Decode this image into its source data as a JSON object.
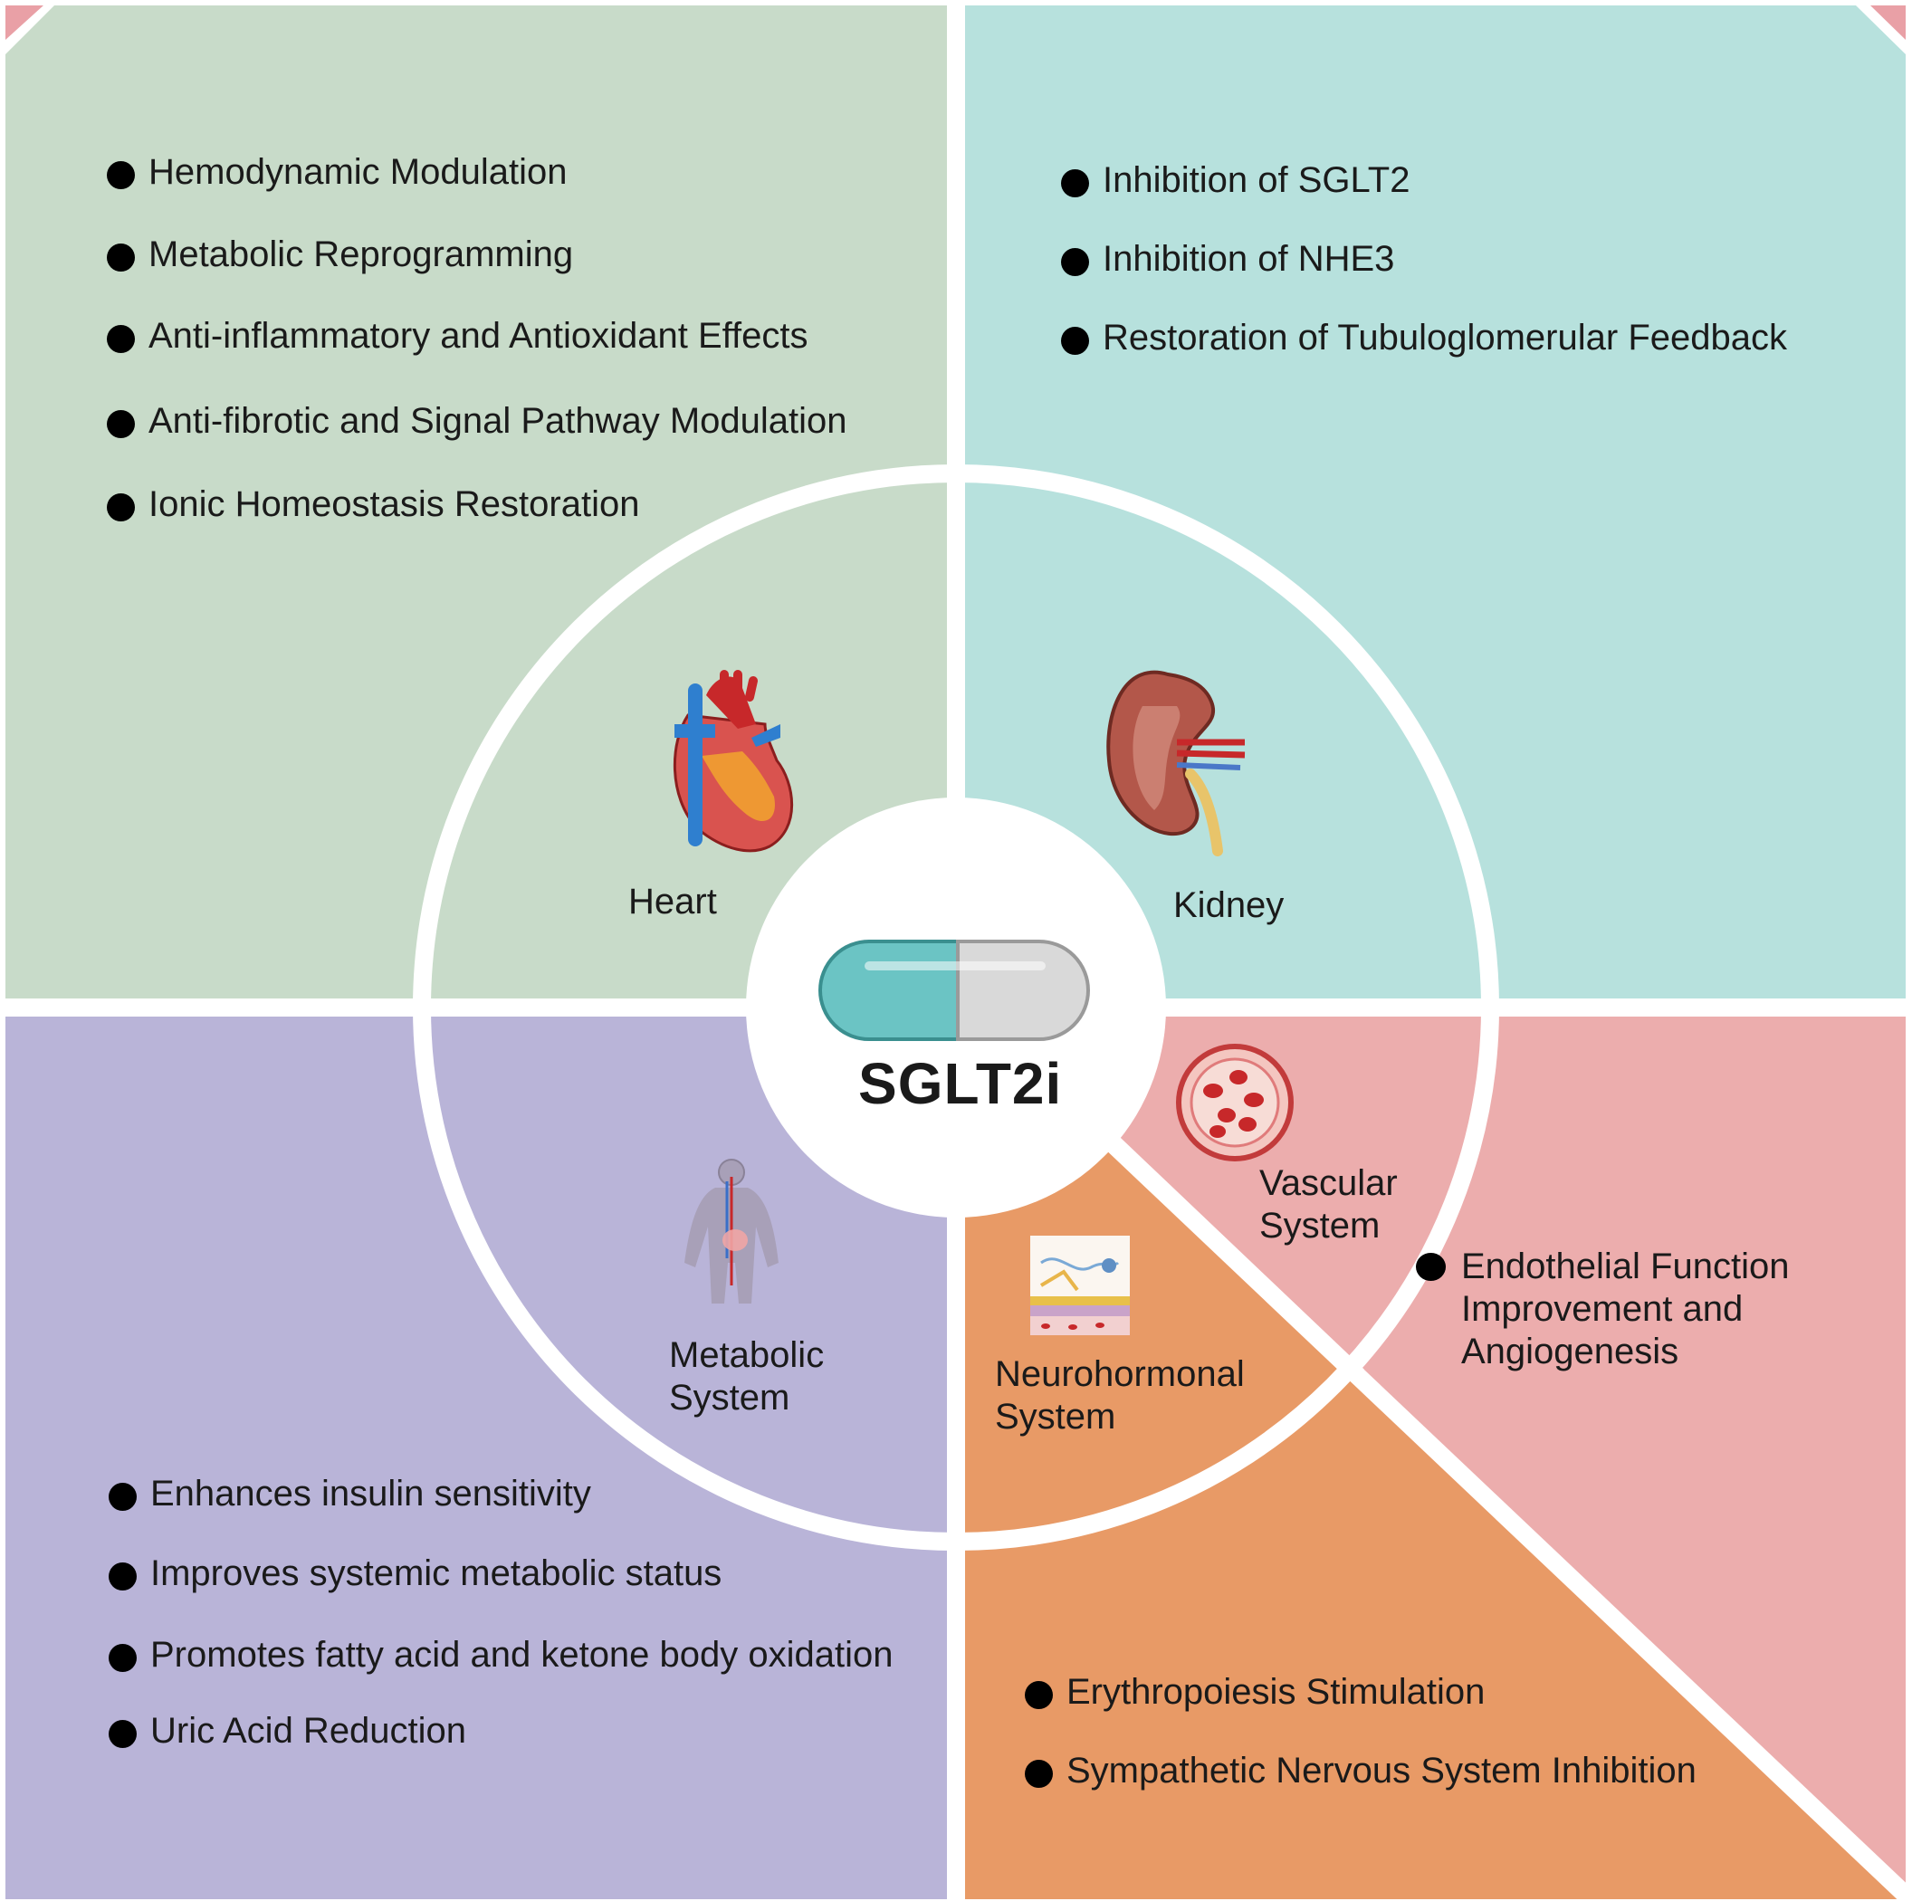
{
  "colors": {
    "heart_quadrant": "#c8dbc9",
    "kidney_quadrant": "#b7e1dd",
    "metabolic_quadrant": "#b9b4d8",
    "vascular_quadrant": "#ecadad",
    "neurohormonal_quadrant": "#e89a66",
    "capsule_teal": "#6bc4c4",
    "capsule_grey": "#d9d9d9"
  },
  "center": {
    "title": "SGLT2i",
    "icon": "capsule-icon"
  },
  "heart": {
    "label": "Heart",
    "icon": "heart-icon",
    "bullets": [
      "Hemodynamic Modulation",
      "Metabolic Reprogramming",
      "Anti-inflammatory and Antioxidant Effects",
      "Anti-fibrotic and Signal Pathway Modulation",
      "Ionic Homeostasis Restoration"
    ]
  },
  "kidney": {
    "label": "Kidney",
    "icon": "kidney-icon",
    "bullets": [
      "Inhibition of SGLT2",
      "Inhibition of NHE3",
      "Restoration of Tubuloglomerular Feedback"
    ]
  },
  "metabolic": {
    "label_line1": "Metabolic",
    "label_line2": "System",
    "icon": "human-body-icon",
    "bullets": [
      "Enhances insulin sensitivity",
      "Improves systemic metabolic status",
      "Promotes fatty acid and ketone body oxidation",
      "Uric Acid Reduction"
    ]
  },
  "vascular": {
    "label_line1": "Vascular",
    "label_line2": "System",
    "icon": "blood-vessel-icon",
    "bullet_line1": "Endothelial Function",
    "bullet_line2": "Improvement and",
    "bullet_line3": "Angiogenesis"
  },
  "neurohormonal": {
    "label_line1": "Neurohormonal",
    "label_line2": "System",
    "icon": "neuron-tissue-icon",
    "bullets": [
      "Erythropoiesis Stimulation",
      "Sympathetic Nervous System Inhibition"
    ]
  }
}
